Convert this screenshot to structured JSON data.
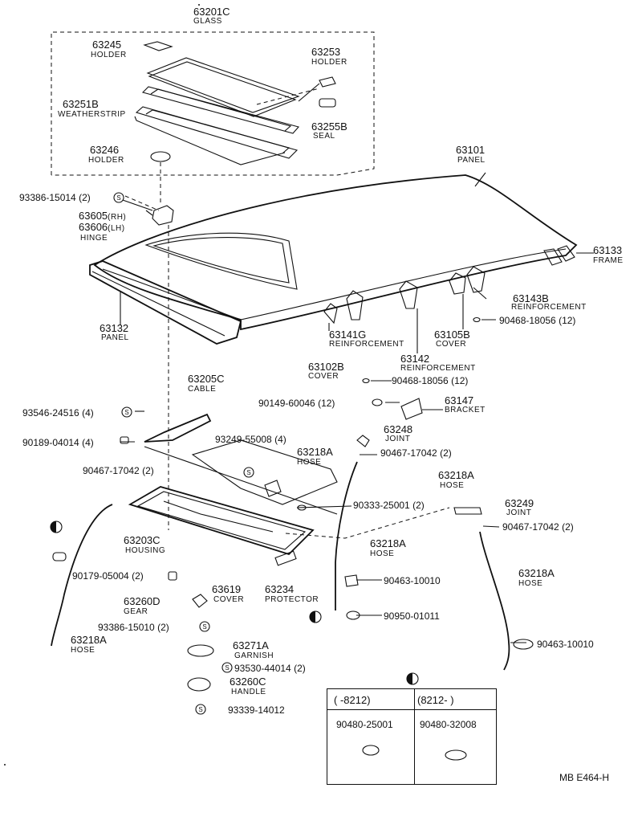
{
  "labels": {
    "glass": {
      "part": "63201C",
      "name": "GLASS"
    },
    "holder_63245": {
      "part": "63245",
      "name": "HOLDER"
    },
    "holder_63253": {
      "part": "63253",
      "name": "HOLDER"
    },
    "weatherstrip": {
      "part": "63251B",
      "name": "WEATHERSTRIP"
    },
    "seal": {
      "part": "63255B",
      "name": "SEAL"
    },
    "holder_63246": {
      "part": "63246",
      "name": "HOLDER"
    },
    "panel_63101": {
      "part": "63101",
      "name": "PANEL"
    },
    "frame": {
      "part": "63133",
      "name": "FRAME"
    },
    "hinge": {
      "part_rh": "63605",
      "tag_rh": "(RH)",
      "part_lh": "63606",
      "tag_lh": "(LH)",
      "name": "HINGE"
    },
    "panel_63132": {
      "part": "63132",
      "name": "PANEL"
    },
    "reinf_63143b": {
      "part": "63143B",
      "name": "REINFORCEMENT"
    },
    "reinf_63141g": {
      "part": "63141G",
      "name": "REINFORCEMENT"
    },
    "cover_63105b": {
      "part": "63105B",
      "name": "COVER"
    },
    "reinf_63142": {
      "part": "63142",
      "name": "REINFORCEMENT"
    },
    "cover_63102b": {
      "part": "63102B",
      "name": "COVER"
    },
    "cable": {
      "part": "63205C",
      "name": "CABLE"
    },
    "bracket": {
      "part": "63147",
      "name": "BRACKET"
    },
    "joint_63248": {
      "part": "63248",
      "name": "JOINT"
    },
    "hose_63218a_1": {
      "part": "63218A",
      "name": "HOSE"
    },
    "hose_63218a_2": {
      "part": "63218A",
      "name": "HOSE"
    },
    "joint_63249": {
      "part": "63249",
      "name": "JOINT"
    },
    "housing": {
      "part": "63203C",
      "name": "HOUSING"
    },
    "hose_63218a_3": {
      "part": "63218A",
      "name": "HOSE"
    },
    "hose_63218a_4": {
      "part": "63218A",
      "name": "HOSE"
    },
    "cover_63619": {
      "part": "63619",
      "name": "COVER"
    },
    "protector": {
      "part": "63234",
      "name": "PROTECTOR"
    },
    "gear": {
      "part": "63260D",
      "name": "GEAR"
    },
    "hose_63218a_5": {
      "part": "63218A",
      "name": "HOSE"
    },
    "garnish": {
      "part": "63271A",
      "name": "GARNISH"
    },
    "handle": {
      "part": "63260C",
      "name": "HANDLE"
    }
  },
  "fasteners": {
    "f1": {
      "part": "93386-15014",
      "qty": "(2)"
    },
    "f2": {
      "part": "90468-18056",
      "qty": "(12)"
    },
    "f3": {
      "part": "90468-18056",
      "qty": "(12)"
    },
    "f4": {
      "part": "90149-60046",
      "qty": "(12)"
    },
    "f5": {
      "part": "93546-24516",
      "qty": "(4)"
    },
    "f6": {
      "part": "90189-04014",
      "qty": "(4)"
    },
    "f7": {
      "part": "93249-55008",
      "qty": "(4)"
    },
    "f8": {
      "part": "90467-17042",
      "qty": "(2)"
    },
    "f9": {
      "part": "90467-17042",
      "qty": "(2)"
    },
    "f10": {
      "part": "90333-25001",
      "qty": "(2)"
    },
    "f11": {
      "part": "90467-17042",
      "qty": "(2)"
    },
    "f12": {
      "part": "90463-10010",
      "qty": ""
    },
    "f13": {
      "part": "90179-05004",
      "qty": "(2)"
    },
    "f14": {
      "part": "90950-01011",
      "qty": ""
    },
    "f15": {
      "part": "93386-15010",
      "qty": "(2)"
    },
    "f16": {
      "part": "90463-10010",
      "qty": ""
    },
    "f17": {
      "part": "93530-44014",
      "qty": "(2)"
    },
    "f18": {
      "part": "93339-14012",
      "qty": ""
    }
  },
  "symbols": {
    "s_mark": "S"
  },
  "legend": {
    "left_header": "(    -8212)",
    "right_header": "(8212-      )",
    "left_part": "90480-25001",
    "right_part": "90480-32008"
  },
  "figure_id": "MB   E464-H"
}
